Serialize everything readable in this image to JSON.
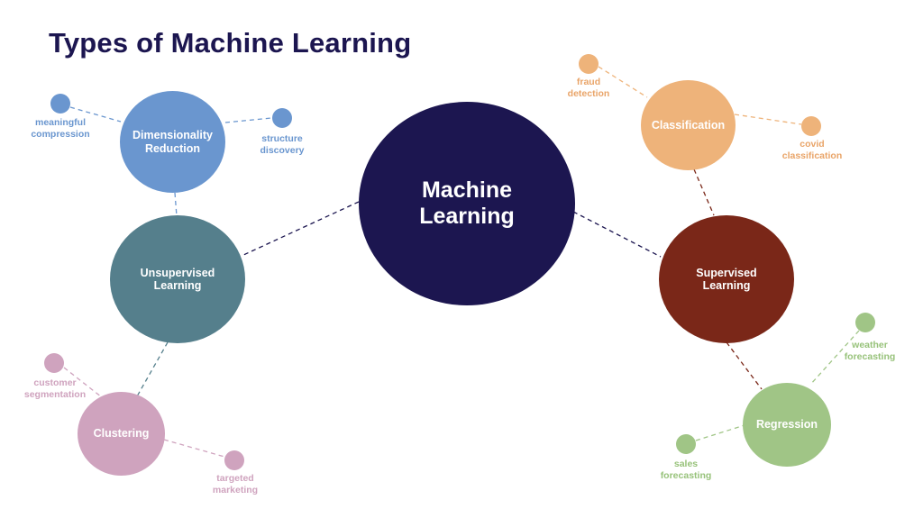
{
  "title": "Types of Machine Learning",
  "colors": {
    "title": "#1c1650",
    "machine_learning": "#1c1650",
    "unsupervised": "#557f8c",
    "supervised": "#7a2718",
    "dimensionality": "#6a96cf",
    "clustering": "#cfa3be",
    "classification": "#eeb37a",
    "regression": "#a0c586"
  },
  "nodes": {
    "machine_learning": "Machine\nLearning",
    "unsupervised": "Unsupervised\nLearning",
    "supervised": "Supervised\nLearning",
    "dimensionality": "Dimensionality\nReduction",
    "clustering": "Clustering",
    "classification": "Classification",
    "regression": "Regression"
  },
  "examples": {
    "meaningful_compression": "meaningful\ncompression",
    "structure_discovery": "structure\ndiscovery",
    "customer_segmentation": "customer\nsegmentation",
    "targeted_marketing": "targeted\nmarketing",
    "fraud_detection": "fraud\ndetection",
    "covid_classification": "covid\nclassification",
    "weather_forecasting": "weather\nforecasting",
    "sales_forecasting": "sales\nforecasting"
  }
}
